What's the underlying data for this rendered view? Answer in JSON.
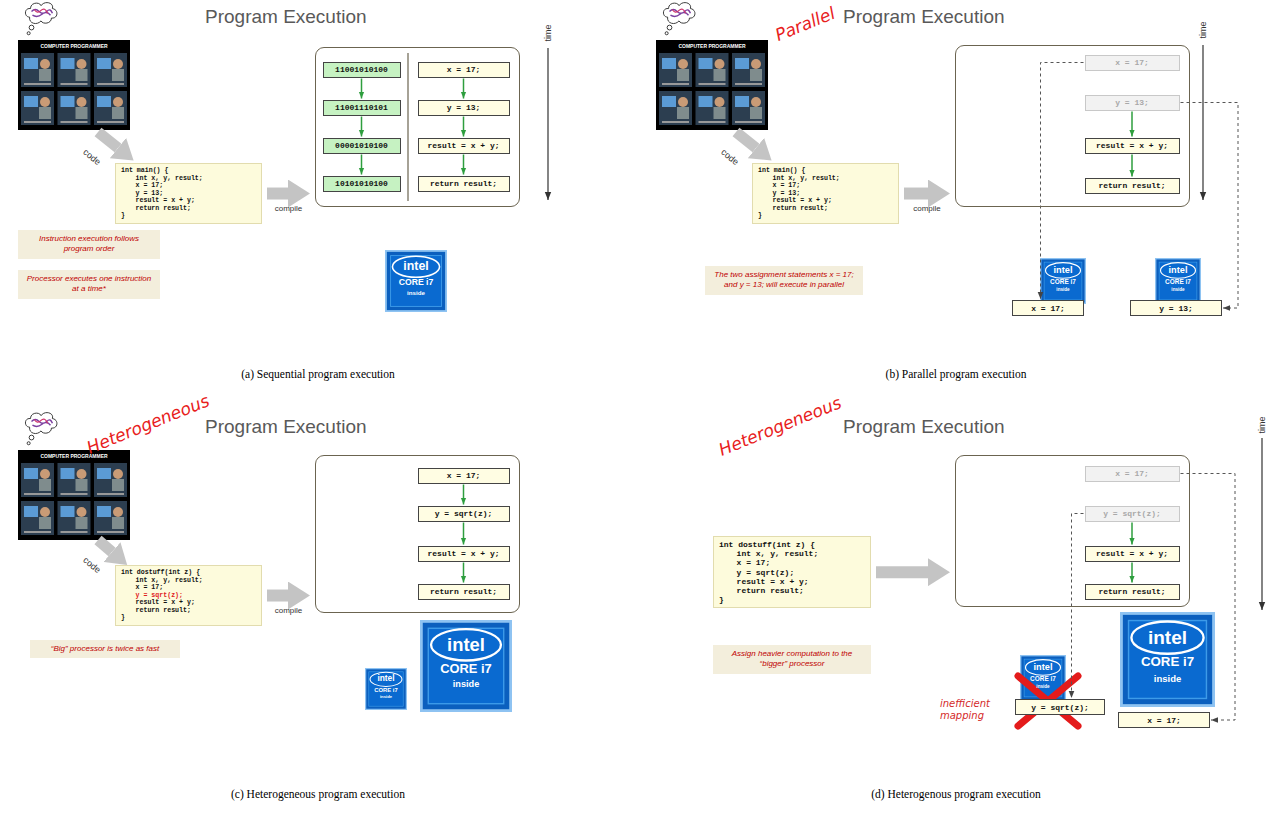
{
  "diagram": {
    "nodes": [
      {
        "text": [
          "int main() {",
          "int x, y, result;",
          "x = 17;",
          "y = 13;",
          "result = x + y;",
          "return result;",
          "}"
        ]
      },
      {
        "text": []
      },
      {
        "text": [
          "11001010100"
        ],
        "in": 1
      },
      {
        "text": [
          "11001110101"
        ],
        "in": 1
      },
      {
        "text": [
          "00001010100"
        ],
        "in": 1
      },
      {
        "text": [
          "10101010100"
        ],
        "in": 1
      },
      {
        "text": [
          "x = 17;"
        ],
        "in": 1
      },
      {
        "text": [
          "y = 13;"
        ],
        "in": 1
      },
      {
        "text": [
          "result = x + y;"
        ],
        "in": 1
      },
      {
        "text": [
          "return result;"
        ],
        "in": 1
      },
      {
        "text": [
          "Instruction execution follows program order"
        ]
      },
      {
        "text": [
          "Processor executes one instruction at a time*"
        ]
      },
      {
        "text": [
          "int main() {",
          "int x, y, result;",
          "x = 17;",
          "y = 13;",
          "result = x + y;",
          "return result;",
          "}"
        ]
      },
      {
        "text": []
      },
      {
        "text": [
          "x = 17;"
        ],
        "in": 13
      },
      {
        "text": [
          "y = 13;"
        ],
        "in": 13
      },
      {
        "text": [
          "result = x + y;"
        ],
        "in": 13
      },
      {
        "text": [
          "return result;"
        ],
        "in": 13
      },
      {
        "text": [
          "The two assignment statements x = 17; and y = 13; will execute in parallel"
        ]
      },
      {
        "text": [
          "x = 17;"
        ]
      },
      {
        "text": [
          "y = 13;"
        ]
      },
      {
        "text": [
          "int dostuff(int z) {",
          "int x, y, result;",
          "x = 17;",
          "y = sqrt(z);",
          "result = x + y;",
          "return result;",
          "}"
        ]
      },
      {
        "text": []
      },
      {
        "text": [
          "x = 17;"
        ],
        "in": 22
      },
      {
        "text": [
          "y = sqrt(z);"
        ],
        "in": 22
      },
      {
        "text": [
          "result = x + y;"
        ],
        "in": 22
      },
      {
        "text": [
          "return result;"
        ],
        "in": 22
      },
      {
        "text": [
          "“Big” processor is twice as fast"
        ]
      },
      {
        "text": [
          "int dostuff(int z) {",
          "int x, y, result;",
          "x = 17;",
          "y = sqrt(z);",
          "result = x + y;",
          "return result;",
          "}"
        ]
      },
      {
        "text": []
      },
      {
        "text": [
          "x = 17;"
        ],
        "in": 29
      },
      {
        "text": [
          "y = sqrt(z);"
        ],
        "in": 29
      },
      {
        "text": [
          "result = x + y;"
        ],
        "in": 29
      },
      {
        "text": [
          "return result;"
        ],
        "in": 29
      },
      {
        "text": [
          "Assign heavier computation to the “bigger” processor"
        ]
      },
      {
        "text": [
          "y = sqrt(z);"
        ]
      },
      {
        "text": [
          "x = 17;"
        ]
      }
    ],
    "edges": [
      {
        "from": 0,
        "to": 1,
        "arrow": "to",
        "label": "compile"
      },
      {
        "from": 2,
        "to": 3,
        "arrow": "to"
      },
      {
        "from": 3,
        "to": 4,
        "arrow": "to"
      },
      {
        "from": 4,
        "to": 5,
        "arrow": "to"
      },
      {
        "from": 6,
        "to": 7,
        "arrow": "to"
      },
      {
        "from": 7,
        "to": 8,
        "arrow": "to"
      },
      {
        "from": 8,
        "to": 9,
        "arrow": "to"
      },
      {
        "from": 12,
        "to": 13,
        "arrow": "to",
        "label": "compile"
      },
      {
        "from": 15,
        "to": 16,
        "arrow": "to"
      },
      {
        "from": 16,
        "to": 17,
        "arrow": "to"
      },
      {
        "from": 14,
        "to": 19,
        "arrow": "to"
      },
      {
        "from": 15,
        "to": 20,
        "arrow": "to"
      },
      {
        "from": 21,
        "to": 22,
        "arrow": "to",
        "label": "compile"
      },
      {
        "from": 23,
        "to": 24,
        "arrow": "to"
      },
      {
        "from": 24,
        "to": 25,
        "arrow": "to"
      },
      {
        "from": 25,
        "to": 26,
        "arrow": "to"
      },
      {
        "from": 28,
        "to": 29,
        "arrow": "to"
      },
      {
        "from": 31,
        "to": 32,
        "arrow": "to"
      },
      {
        "from": 32,
        "to": 33,
        "arrow": "to"
      },
      {
        "from": 31,
        "to": 35,
        "arrow": "to"
      },
      {
        "from": 30,
        "to": 36,
        "arrow": "to"
      }
    ],
    "labels": [
      "Program Execution",
      "COMPUTER PROGRAMMER",
      "code",
      "time",
      "intel",
      "CORE i7",
      "inside",
      "(a) Sequential program execution",
      "Parallel",
      "Program Execution",
      "COMPUTER PROGRAMMER",
      "code",
      "time",
      "intel",
      "CORE i7",
      "inside",
      "intel",
      "CORE i7",
      "inside",
      "(b) Parallel program execution",
      "Heterogeneous",
      "Program Execution",
      "COMPUTER PROGRAMMER",
      "code",
      "intel",
      "CORE i7",
      "inside",
      "intel",
      "CORE i7",
      "inside",
      "(c) Heterogeneous program execution",
      "Heterogeneous",
      "Program Execution",
      "time",
      "intel",
      "CORE i7",
      "inside",
      "intel",
      "CORE i7",
      "inside",
      "inefficient mapping",
      "(d) Heterogenous program execution"
    ]
  }
}
